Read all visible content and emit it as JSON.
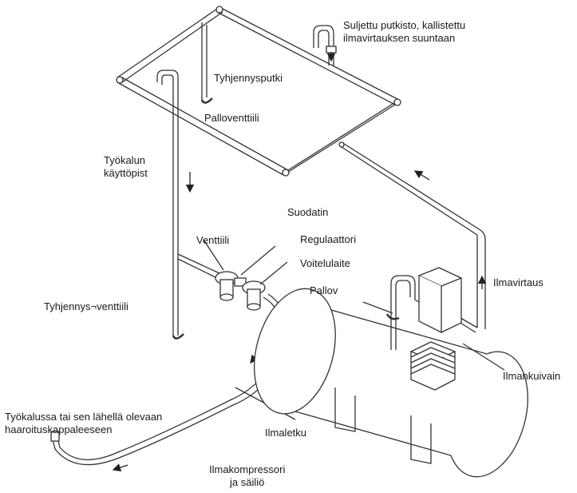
{
  "diagram": {
    "labels": {
      "closed_piping": {
        "line1": "Suljettu putkisto, kallistettu",
        "line2": "ilmavirtauksen suuntaan"
      },
      "drain_pipe": "Tyhjennysputki",
      "ball_valve_top": "Palloventtiili",
      "tool_outlet": {
        "line1": "Työkalun",
        "line2": "käyttöpist"
      },
      "filter": "Suodatin",
      "valve": "Venttiili",
      "regulator": "Regulaattori",
      "lubricator": "Voitelulaite",
      "ball_valve_tank": "Pallov",
      "airflow": "Ilmavirtaus",
      "drain_valve": "Tyhjennys¬venttiili",
      "air_dryer": "Ilmankuivain",
      "tool_branch": {
        "line1": "Työkalussa tai sen lähellä olevaan",
        "line2": "haaroituskappaleeseen"
      },
      "air_hose": "Ilmaletku",
      "compressor": {
        "line1": "Ilmakompressori",
        "line2": "ja säiliö"
      }
    }
  }
}
